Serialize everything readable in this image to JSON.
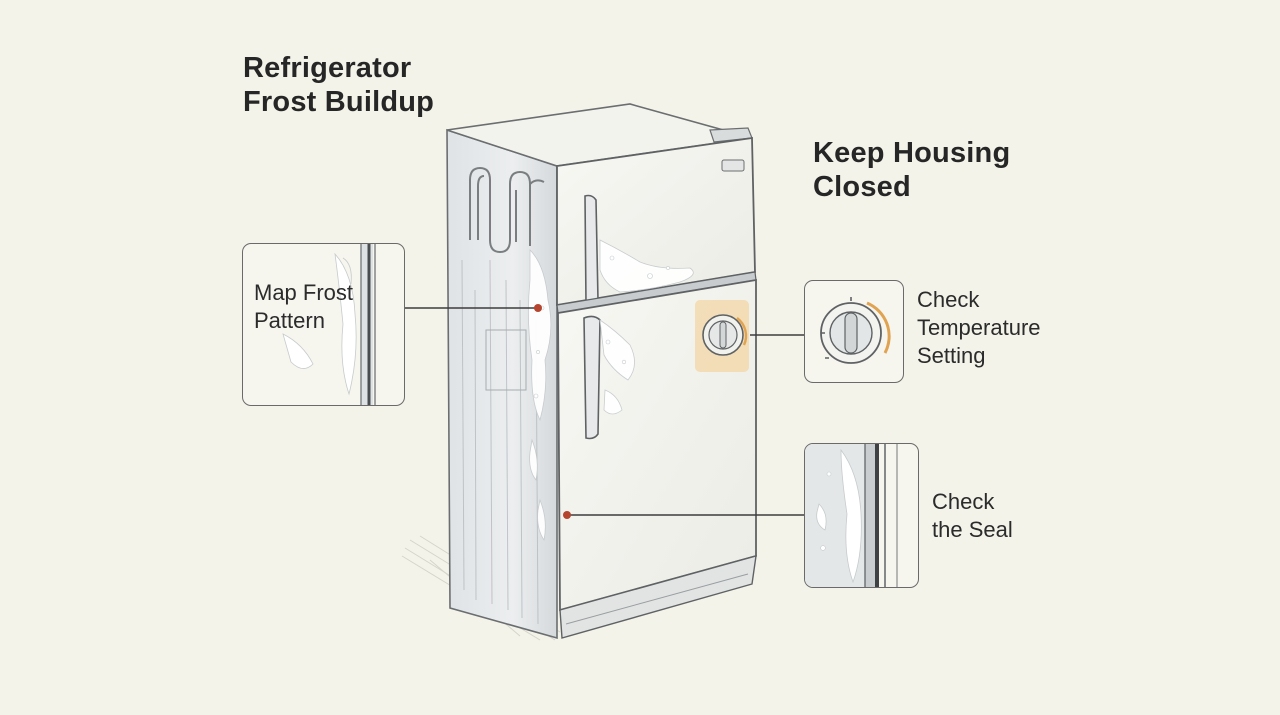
{
  "titles": {
    "main": [
      "Refrigerator",
      "Frost Buildup"
    ],
    "housing": [
      "Keep Housing",
      "Closed"
    ]
  },
  "callouts": {
    "frost_pattern": [
      "Map Frost",
      "Pattern"
    ],
    "temperature": [
      "Check",
      "Temperature",
      "Setting"
    ],
    "seal": [
      "Check",
      "the Seal"
    ]
  },
  "colors": {
    "background": "#f4f3ea",
    "marker_dot": "#b5452f",
    "dial_highlight": "#f2d9ae",
    "dial_arc": "#e0a352",
    "outline": "#6a6a6a"
  }
}
